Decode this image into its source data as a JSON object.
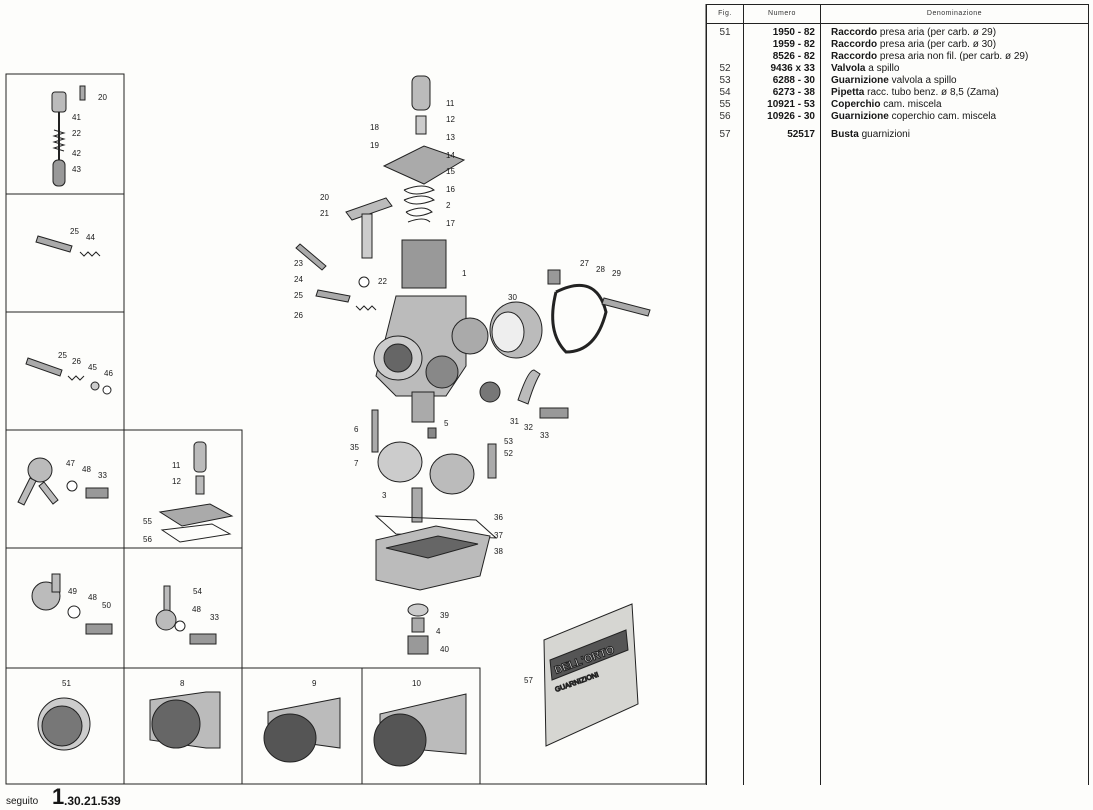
{
  "table": {
    "headers": {
      "fig": "Fig.",
      "numero": "Numero",
      "denominazione": "Denominazione"
    },
    "rows": [
      {
        "fig": "51",
        "numero": "1950 - 82",
        "name_bold": "Raccordo",
        "name_rest": " presa aria (per carb. ø 29)"
      },
      {
        "fig": "",
        "numero": "1959 - 82",
        "name_bold": "Raccordo",
        "name_rest": " presa aria (per carb. ø 30)"
      },
      {
        "fig": "",
        "numero": "8526 - 82",
        "name_bold": "Raccordo",
        "name_rest": " presa aria non fil. (per carb. ø 29)"
      },
      {
        "fig": "52",
        "numero": "9436 x 33",
        "name_bold": "Valvola",
        "name_rest": " a spillo"
      },
      {
        "fig": "53",
        "numero": "6288 - 30",
        "name_bold": "Guarnizione",
        "name_rest": " valvola a spillo"
      },
      {
        "fig": "54",
        "numero": "6273 - 38",
        "name_bold": "Pipetta",
        "name_rest": " racc. tubo benz. ø 8,5 (Zama)"
      },
      {
        "fig": "55",
        "numero": "10921 - 53",
        "name_bold": "Coperchio",
        "name_rest": " cam. miscela"
      },
      {
        "fig": "56",
        "numero": "10926 - 30",
        "name_bold": "Guarnizione",
        "name_rest": " coperchio cam. miscela"
      },
      {
        "fig": "57",
        "numero": "52517",
        "name_bold": "Busta",
        "name_rest": " guarnizioni"
      }
    ]
  },
  "callouts": {
    "main": [
      "11",
      "12",
      "13",
      "14",
      "15",
      "16",
      "2",
      "17",
      "18",
      "19",
      "20",
      "21",
      "1",
      "23",
      "24",
      "22",
      "25",
      "26",
      "27",
      "28",
      "29",
      "30",
      "31",
      "32",
      "33",
      "5",
      "6",
      "35",
      "7",
      "53",
      "52",
      "3",
      "36",
      "37",
      "38",
      "39",
      "4",
      "40",
      "57"
    ],
    "side": [
      "20",
      "41",
      "22",
      "42",
      "43",
      "25",
      "44",
      "25",
      "26",
      "45",
      "46",
      "47",
      "48",
      "33",
      "11",
      "12",
      "55",
      "56",
      "49",
      "48",
      "50",
      "54",
      "48",
      "33",
      "51",
      "8",
      "9",
      "10"
    ]
  },
  "bag": {
    "brand": "DELL'ORTO",
    "line2": "GUARNIZIONI"
  },
  "footer": {
    "label": "seguito",
    "big": "1",
    "num": ".30.21.539"
  },
  "colors": {
    "ink": "#1a1a1a",
    "paper": "#fdfdfb"
  }
}
